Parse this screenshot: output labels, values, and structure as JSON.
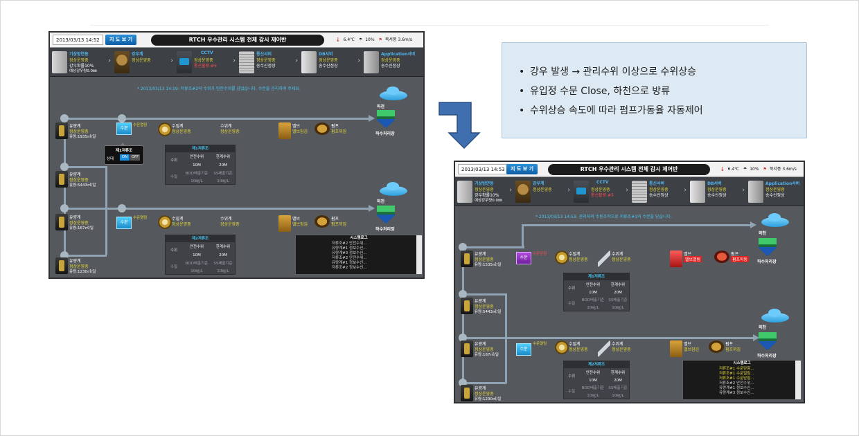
{
  "screens": [
    {
      "datetime": "2013/03/13 14:52",
      "map_button": "지 도 보 기",
      "title": "RTCH 우수관리 시스템 전체 감시 제어반",
      "weather": {
        "temp": "6.4℃",
        "rain": "10%",
        "wind": "북서풍 3.6m/s"
      },
      "panels": [
        {
          "title": "기상방연동",
          "l1": "정상운영중",
          "l2": "강우확률10%",
          "l3": "예상강우량0.0㎜",
          "icon": "computer-icon"
        },
        {
          "title": "강우계",
          "l1": "정상운영중",
          "l2": "",
          "l3": "",
          "icon": "rain-gauge-icon"
        },
        {
          "title": "CCTV",
          "l1": "정상운영중",
          "l2": "통신불량:#5",
          "l3": "",
          "icon": "cctv-icon"
        },
        {
          "title": "통신서버",
          "l1": "정상운영중",
          "l2": "송수신정상",
          "l3": "",
          "icon": "server-icon"
        },
        {
          "title": "DB서버",
          "l1": "정상운영중",
          "l2": "송수신정상",
          "l3": "",
          "icon": "db-server-icon"
        },
        {
          "title": "Application서버",
          "l1": "정상운영중",
          "l2": "송수신정상",
          "l3": "",
          "icon": "app-server-icon"
        }
      ],
      "notice": "* 2013/03/13 14:19: 저류조#2의 수위가 안전수위를 넘었습니다. 수문을 관리하여 주세요.",
      "flow": [
        {
          "name": "유량계",
          "status": "정상운영중",
          "value": "유량:1935㎥/일"
        },
        {
          "name": "유량계",
          "status": "정상운영중",
          "value": "유량:5443㎥/일"
        },
        {
          "name": "유량계",
          "status": "정상운영중",
          "value": "유량:167㎥/일"
        },
        {
          "name": "유량계",
          "status": "정상운영중",
          "value": "유량:1230㎥/일"
        }
      ],
      "line1": {
        "gate_label": "수문",
        "gate_status": "수문열림",
        "quality": {
          "name": "수질계",
          "status": "정상운영중"
        },
        "level": {
          "name": "수위계",
          "status": "정상운영중"
        },
        "valve": {
          "name": "밸브",
          "status": "밸브잠김"
        },
        "pump": {
          "name": "펌프",
          "status": "펌프꺼짐"
        }
      },
      "line2": {
        "gate_label": "수문",
        "gate_status": "수문열림",
        "quality": {
          "name": "수질계",
          "status": "정상운영중"
        },
        "level": {
          "name": "수위계",
          "status": "정상운영중"
        },
        "valve": {
          "name": "밸브",
          "status": "밸브잠김"
        },
        "pump": {
          "name": "펌프",
          "status": "펌프꺼짐"
        }
      },
      "river": "하천",
      "plant": "하수처리장",
      "popup": {
        "title": "제1저류조",
        "state": "상태",
        "on": "ON",
        "off": "OFF"
      },
      "tables": [
        {
          "title": "제1저류조",
          "h1": "안전수위",
          "h2": "한계수위",
          "r1": "수위",
          "v1": "10M",
          "v2": "20M",
          "r2": "수질",
          "q1": "BOD배출기준",
          "q2": "SS배출기준",
          "u1": "10㎎/L",
          "u2": "10㎎/L"
        },
        {
          "title": "제2저류조",
          "h1": "안전수위",
          "h2": "한계수위",
          "r1": "수위",
          "v1": "10M",
          "v2": "20M",
          "r2": "수질",
          "q1": "BOD배출기준",
          "q2": "SS배출기준",
          "u1": "10㎎/L",
          "u2": "10㎎/L"
        }
      ],
      "log": {
        "title": "시스템로그",
        "items": [
          "저류조#2 안전수위...",
          "유량계#1 정보수신...",
          "유량계#3 정보수신...",
          "저류조#2 안전수위...",
          "유량계#1 정보수신...",
          "저류조#2 정보수신..."
        ]
      }
    },
    {
      "datetime": "2013/03/13 14:53",
      "map_button": "지 도 보 기",
      "title": "RTCH 우수관리 시스템 전체 감시 제어반",
      "weather": {
        "temp": "6.4℃",
        "rain": "10%",
        "wind": "북서풍 3.6m/s"
      },
      "panels": [
        {
          "title": "기상방연동",
          "l1": "정상운영중",
          "l2": "강우확률10%",
          "l3": "예상강우량0.0㎜",
          "icon": "computer-icon"
        },
        {
          "title": "강우계",
          "l1": "정상운영중",
          "l2": "",
          "l3": "",
          "icon": "rain-gauge-icon"
        },
        {
          "title": "CCTV",
          "l1": "정상운영중",
          "l2": "통신불량:#5",
          "l3": "",
          "icon": "cctv-icon"
        },
        {
          "title": "통신서버",
          "l1": "정상운영중",
          "l2": "송수신정상",
          "l3": "",
          "icon": "server-icon"
        },
        {
          "title": "DB서버",
          "l1": "정상운영중",
          "l2": "송수신정상",
          "l3": "",
          "icon": "db-server-icon"
        },
        {
          "title": "Application서버",
          "l1": "정상운영중",
          "l2": "송수신정상",
          "l3": "",
          "icon": "app-server-icon"
        }
      ],
      "notice": "* 2013/03/13 14:53: 관리자의 수동조작으로 저류조#1의 수문을 닫습니다.",
      "flow": [
        {
          "name": "유량계",
          "status": "정상운영중",
          "value": "유량:1535㎥/일"
        },
        {
          "name": "유량계",
          "status": "정상운영중",
          "value": "유량:5443㎥/일"
        },
        {
          "name": "유량계",
          "status": "정상운영중",
          "value": "유량:167㎥/일"
        },
        {
          "name": "유량계",
          "status": "정상운영중",
          "value": "유량:1230㎥/일"
        }
      ],
      "line1": {
        "gate_label": "수문",
        "gate_status": "수문닫힘",
        "quality": {
          "name": "수질계",
          "status": "정상운영중"
        },
        "level": {
          "name": "수위계",
          "status": "정상운영중"
        },
        "valve": {
          "name": "밸브",
          "status": "밸브열림"
        },
        "pump": {
          "name": "펌프",
          "status": "펌프작동"
        }
      },
      "line2": {
        "gate_label": "수문",
        "gate_status": "수문열림",
        "quality": {
          "name": "수질계",
          "status": "정상운영중"
        },
        "level": {
          "name": "수위계",
          "status": "정상운영중"
        },
        "valve": {
          "name": "밸브",
          "status": "밸브잠김"
        },
        "pump": {
          "name": "펌프",
          "status": "펌프꺼짐"
        }
      },
      "river": "하천",
      "plant": "하수처리장",
      "tables": [
        {
          "title": "제1저류조",
          "h1": "안전수위",
          "h2": "한계수위",
          "r1": "수위",
          "v1": "10M",
          "v2": "20M",
          "r2": "수질",
          "q1": "BOD배출기준",
          "q2": "SS배출기준",
          "u1": "10㎎/L",
          "u2": "10㎎/L"
        },
        {
          "title": "제2저류조",
          "h1": "안전수위",
          "h2": "한계수위",
          "r1": "수위",
          "v1": "10M",
          "v2": "20M",
          "r2": "수질",
          "q1": "BOD배출기준",
          "q2": "SS배출기준",
          "u1": "10㎎/L",
          "u2": "10㎎/L"
        }
      ],
      "log": {
        "title": "시스템로그",
        "items": [
          "저류조#1 수문닫힘...",
          "저류조#1 수문열림...",
          "저류조#1 수문닫힘...",
          "저류조#2 안전수위...",
          "유량계#1 정보수신...",
          "유량계#3 정보수신..."
        ]
      }
    }
  ],
  "callout": {
    "items": [
      "강우 발생 → 관리수위 이상으로 수위상승",
      "유입정 수문 Close, 하천으로 방류",
      "수위상승 속도에 따라 펌프가동율 자동제어"
    ]
  },
  "colors": {
    "accent": "#49c6f2",
    "ok": "#e7d838",
    "alarm": "#ff4d4d",
    "callout_bg": "#dde9f3"
  }
}
